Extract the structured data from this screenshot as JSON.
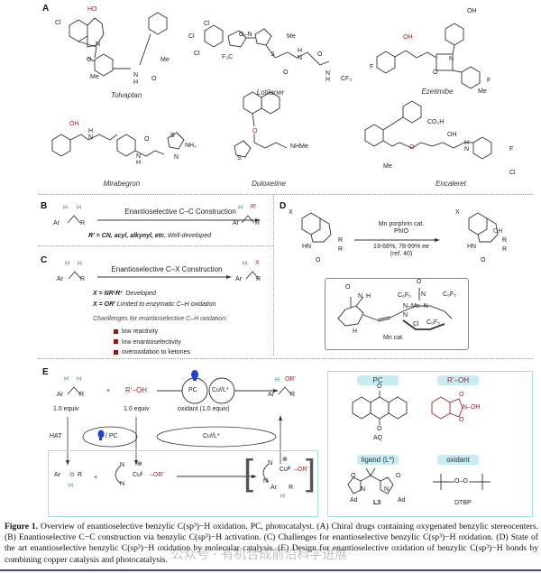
{
  "panels": {
    "A": {
      "label": "A",
      "drugs": [
        {
          "name": "Tolvaptan",
          "atoms": {
            "hydroxyl": "HO",
            "chloro": "Cl",
            "methyl1": "Me",
            "methyl2": "Me",
            "nitrogen": "N",
            "amide_nh": "N",
            "amide_h": "H",
            "carbonyl1": "O",
            "carbonyl2": "O"
          }
        },
        {
          "name": "Lotilaner",
          "atoms": {
            "cl1": "Cl",
            "cl2": "Cl",
            "cl3": "Cl",
            "cf3": "F₃C",
            "isoxazole": "O–N",
            "methyl": "Me",
            "sulfur": "S",
            "nh1": "H",
            "n1": "N",
            "carbonyl1": "O",
            "carbonyl2": "O",
            "n2": "N",
            "h2": "H",
            "cf3b": "CF₃"
          }
        },
        {
          "name": "Ezetimibe",
          "atoms": {
            "hydroxyl": "OH",
            "phenol": "OH",
            "f1": "F",
            "f2": "F",
            "n": "N",
            "o": "O"
          }
        },
        {
          "name": "Mirabegron",
          "atoms": {
            "hydroxyl": "OH",
            "nh": "H",
            "n1": "N",
            "carbonyl": "O",
            "amide_n": "N",
            "amide_h": "H",
            "s": "S",
            "n2": "N",
            "nh2": "NH₂"
          }
        },
        {
          "name": "Duloxetine",
          "atoms": {
            "ether": "O",
            "s": "S",
            "nhme": "NHMe"
          }
        },
        {
          "name": "Encaleret",
          "atoms": {
            "methyl_top": "Me",
            "acid": "CO₂H",
            "hydroxyl": "OH",
            "nh": "H",
            "n": "N",
            "ether": "O",
            "methyl": "Me",
            "f": "F",
            "cl": "Cl"
          }
        }
      ]
    },
    "B": {
      "label": "B",
      "arrow_label": "Enantioselective C–C Construction",
      "substrate": {
        "h1": "H",
        "h2": "H",
        "ar": "Ar",
        "r": "R"
      },
      "product": {
        "h": "H",
        "rprime": "R'",
        "ar": "Ar",
        "r": "R"
      },
      "note_bold": "R' = CN, acyl, alkynyl, etc.",
      "note_italic": "Well-developed"
    },
    "C": {
      "label": "C",
      "arrow_label": "Enantioselective C–X Construction",
      "substrate": {
        "h1": "H",
        "h2": "H",
        "ar": "Ar",
        "r": "R"
      },
      "product": {
        "h": "H",
        "x": "X",
        "ar": "Ar",
        "r": "R"
      },
      "line1_bold": "X = NR¹R²",
      "line1_italic": "Developed",
      "line2_bold": "X = OR'",
      "line2_italic": "Limited to enzymatic C–H oxidation",
      "challenges_title": "Chanllenges for enantioselective C–H oxidation:",
      "challenges": [
        "low reactivity",
        "low enantioselectivity",
        "overoxidation to ketones"
      ]
    },
    "D": {
      "label": "D",
      "substrate": {
        "x": "X",
        "nh": "HN",
        "o": "O",
        "r1": "R",
        "r2": "R"
      },
      "product": {
        "x": "X",
        "oh": "OH",
        "nh": "HN",
        "o": "O",
        "r1": "R",
        "r2": "R"
      },
      "conditions_above": [
        "Mn porphrin cat.",
        "PhIO"
      ],
      "conditions_below": [
        "19-68%, 78-99% ee",
        "(ref. 40)"
      ],
      "catalyst": {
        "name": "Mn cat.",
        "atoms": {
          "o_top": "O",
          "nh": "N",
          "h_n": "H",
          "h_bottom": "H",
          "oxo": "O",
          "mn": "N–Mn–N",
          "n_top": "N",
          "n_bottom": "N",
          "cl": "Cl",
          "c6f5_1": "C₆F₅",
          "c6f5_2": "C₆F₅",
          "c6f5_3": "C₆F₅"
        }
      }
    },
    "E": {
      "label": "E",
      "substrate": {
        "h1": "H",
        "h2": "H",
        "ar": "Ar",
        "r": "R",
        "equiv": "1.0 equiv"
      },
      "plus": "+",
      "reagent": {
        "text": "R'−OH",
        "equiv": "1.0 equiv"
      },
      "catalysts": {
        "pc": "PC",
        "cu": "Cuᴵ/L*"
      },
      "oxidant": "oxidant (1.0 equiv)",
      "product": {
        "h": "H",
        "or": "OR'",
        "ar": "Ar",
        "r": "R"
      },
      "hat": "HAT",
      "light_pc": "/ PC",
      "cu_ligand": "Cuᴵ/L*",
      "radical": {
        "ar": "Ar",
        "r": "R",
        "h": "H"
      },
      "plus2": "+",
      "cu2": {
        "n1": "N",
        "n2": "N",
        "cu": "Cuᴵᴵ",
        "or": "–OR'",
        "charge": "⊕"
      },
      "cu3": {
        "n1": "N",
        "n2": "N",
        "cu": "Cuᴵᴵᴵ",
        "or": "–OR'",
        "charge": "⊕",
        "ar": "Ar",
        "r": "R",
        "h": "H"
      },
      "side_box": {
        "pc_tag": "PC",
        "pc_name": "AQ",
        "reagent_tag": "R'−OH",
        "reagent_atoms": {
          "o1": "O",
          "n": "N–OH",
          "o2": "O"
        },
        "ligand_tag": "ligand (L*)",
        "ligand_name": "L3",
        "ligand_atoms": {
          "o1": "O",
          "o2": "O",
          "n1": "N",
          "n2": "N",
          "ad1": "Ad",
          "ad2": "Ad"
        },
        "oxidant_tag": "oxidant",
        "oxidant_formula": "O–O",
        "oxidant_name": "DTBP"
      }
    }
  },
  "caption": {
    "figure_label": "Figure 1.",
    "text": " Overview of enantioselective benzylic C(sp³)−H oxidation. PC, photocatalyst. (A) Chiral drugs containing oxygenated benzylic stereocenters. (B) Enantioselective C−C construction via benzylic C(sp³)−H activation. (C) Challenges for enantioselective benzylic C(sp³)−H oxidation. (D) State of the art enantioselective benzylic C(sp³)−H oxidation by molecular catalysis. (E) Design for enantioselective oxidation of benzylic C(sp³)−H bonds by combining copper catalysis and photocatalysis."
  },
  "watermark": "公众号 · 有机合成前沿科学进展",
  "colors": {
    "accent_red": "#a3262a",
    "accent_blue": "#2a8fd6",
    "box_teal": "#a9dde6",
    "tag_teal": "#c8ecf2",
    "bullet": "#8b1a1a",
    "rule": "#3b4a8c"
  }
}
